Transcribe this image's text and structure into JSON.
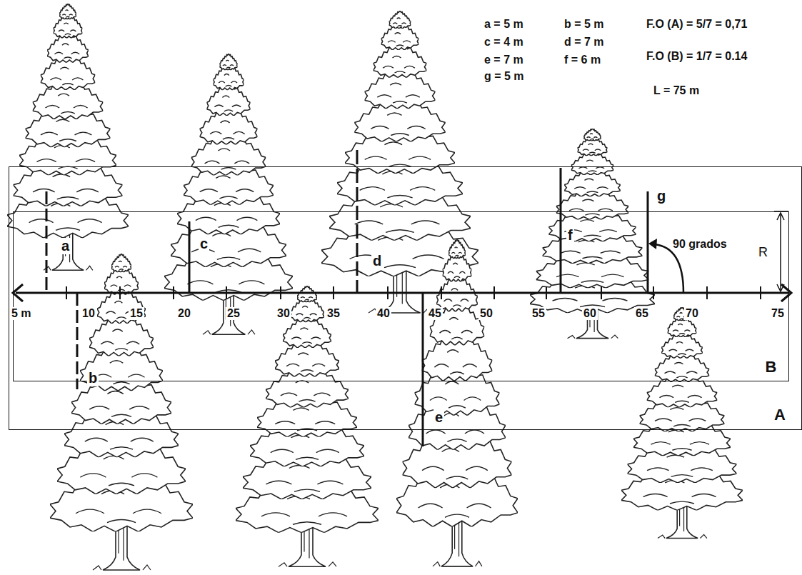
{
  "diagram": {
    "nodes": [
      {
        "text": [
          "A"
        ]
      },
      {
        "text": [
          "B"
        ],
        "in": 0
      }
    ],
    "labels": [
      "a = 5 m",
      "b = 5 m",
      "c = 4 m",
      "d = 7 m",
      "e = 7 m",
      "f = 6 m",
      "g = 5 m",
      "F.O (A) = 5/7 = 0,71",
      "F.O (B) = 1/7 = 0.14",
      "L = 75 m",
      "a",
      "b",
      "c",
      "d",
      "e",
      "f",
      "g",
      "5 m",
      "10",
      "15",
      "20",
      "25",
      "30",
      "35",
      "40",
      "45",
      "50",
      "55",
      "60",
      "65",
      "70",
      "75",
      "90 grados",
      "R"
    ]
  }
}
